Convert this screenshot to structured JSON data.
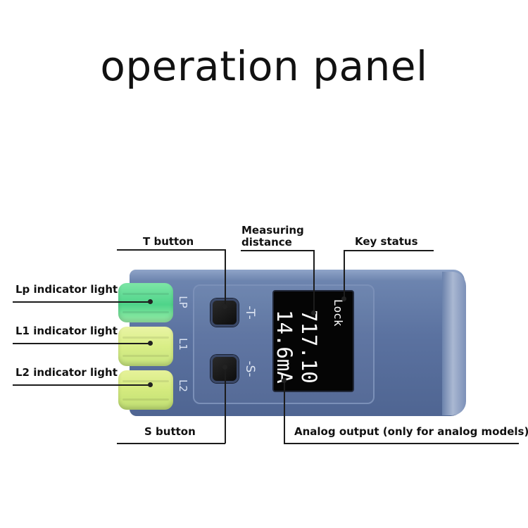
{
  "title": "operation panel",
  "callouts": {
    "t_button": "T button",
    "measuring_distance_line1": "Measuring",
    "measuring_distance_line2": "distance",
    "key_status": "Key status",
    "lp_indicator": "Lp indicator light",
    "l1_indicator": "L1 indicator light",
    "l2_indicator": "L2 indicator light",
    "s_button": "S button",
    "analog_output": "Analog output (only for analog models)"
  },
  "device": {
    "led_labels": [
      "LP",
      "L1",
      "L2"
    ],
    "t_button_label": "-T-",
    "s_button_label": "-S-",
    "screen": {
      "status": "Lock",
      "distance": "717.10",
      "current": "14.6mA"
    }
  },
  "colors": {
    "body": "#5b72a0",
    "lp_led": "#4fd48a",
    "l_led": "#d9ee86",
    "screen_bg": "#050505"
  }
}
